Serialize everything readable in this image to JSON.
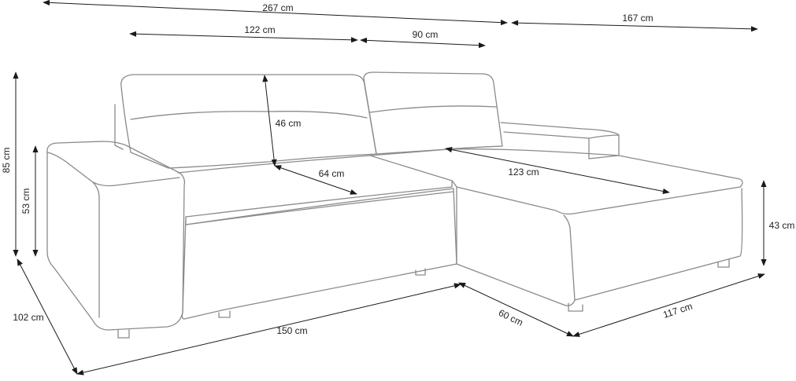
{
  "colors": {
    "sofa_outline": "#8a8a8a",
    "dimension_line": "#1a1a1a",
    "label_text": "#222222",
    "background": "#ffffff"
  },
  "dimensions": {
    "total_width": "267 cm",
    "chaise_depth": "167 cm",
    "main_back_width": "122 cm",
    "chaise_back_width": "90 cm",
    "total_height": "85 cm",
    "armrest_height": "53 cm",
    "backrest_height": "46 cm",
    "seat_depth": "64 cm",
    "chaise_length": "123 cm",
    "chaise_height": "43 cm",
    "overall_depth": "102 cm",
    "base_width": "150 cm",
    "chaise_front": "60 cm",
    "chaise_side": "117 cm"
  }
}
